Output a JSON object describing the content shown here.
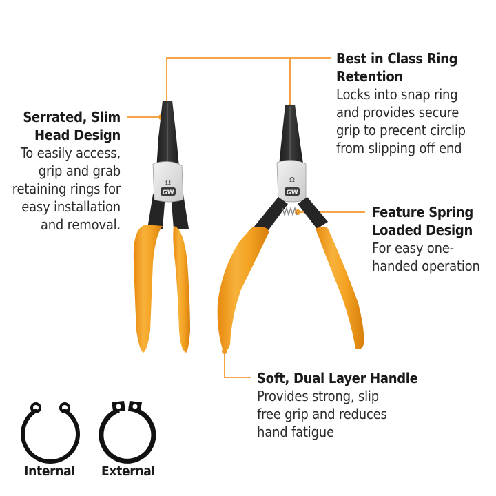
{
  "colors": {
    "accent_orange": "#f2992e",
    "handle_orange": "#f3a21f",
    "metal_black": "#2a2a2a",
    "plate_silver": "#dcdcdc",
    "text_dark": "#1a1a1a"
  },
  "callouts": {
    "head_design": {
      "title_lines": [
        "Serrated, Slim",
        "Head Design"
      ],
      "body_lines": [
        "To easily access,",
        "grip and grab",
        "retaining rings for",
        "easy installation",
        "and removal."
      ]
    },
    "ring_retention": {
      "title_lines": [
        "Best in Class Ring",
        "Retention"
      ],
      "body_lines": [
        "Locks into snap ring",
        "and provides secure",
        "grip to precent circlip",
        "from slipping off end"
      ]
    },
    "spring_loaded": {
      "title_lines": [
        "Feature Spring",
        "Loaded Design"
      ],
      "body_lines": [
        "For easy one-",
        "handed operation"
      ]
    },
    "handle": {
      "title_lines": [
        "Soft, Dual Layer Handle"
      ],
      "body_lines": [
        "Provides strong, slip",
        "free grip and reduces",
        "hand fatigue"
      ]
    }
  },
  "products": {
    "left_pliers": {
      "logo": "GW",
      "type": "internal"
    },
    "right_pliers": {
      "logo": "GW",
      "type": "external"
    }
  },
  "rings": [
    {
      "label": "Internal",
      "icon": "internal-snap-ring-icon"
    },
    {
      "label": "External",
      "icon": "external-snap-ring-icon"
    }
  ]
}
